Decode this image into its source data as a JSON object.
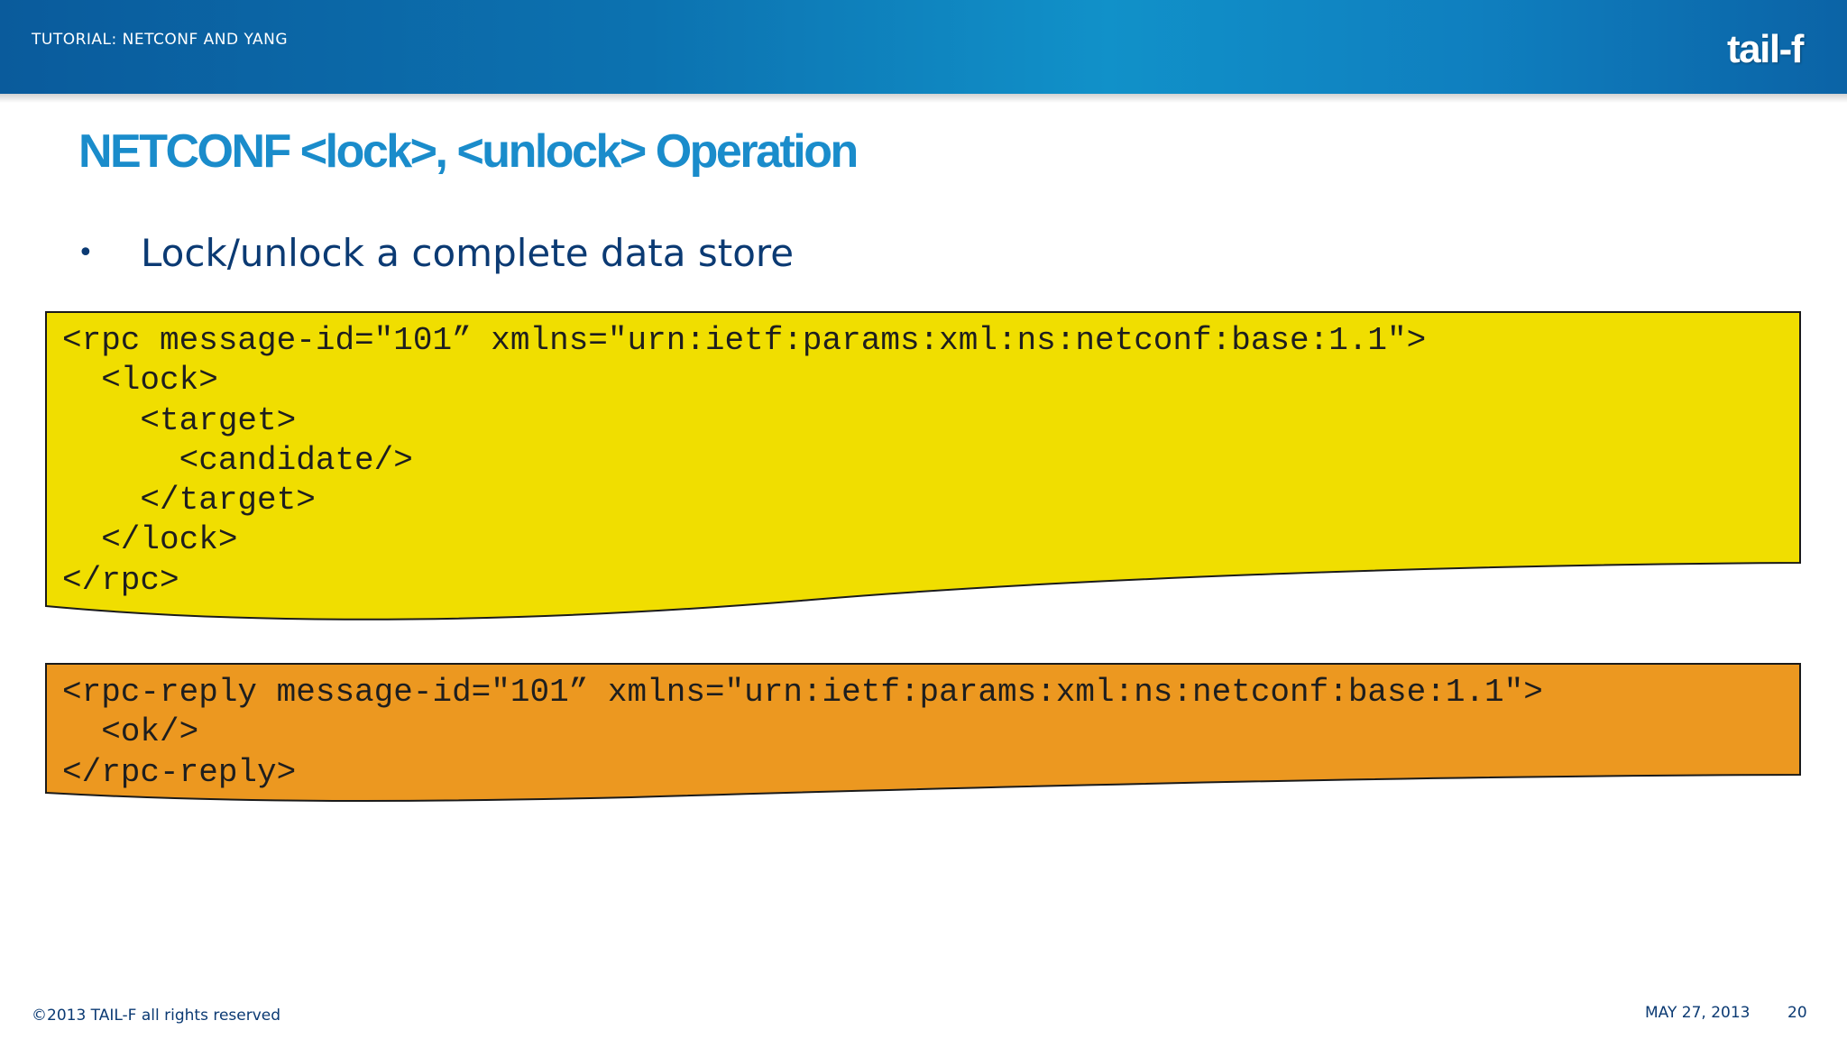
{
  "header": {
    "tutorial_title": "TUTORIAL: NETCONF AND YANG",
    "logo_text": "tail-f"
  },
  "slide": {
    "title": "NETCONF <lock>, <unlock> Operation",
    "bullet_marker": "•",
    "bullet": "Lock/unlock a complete data store"
  },
  "rpc_request": {
    "lines": [
      "<rpc message-id=\"101” xmlns=\"urn:ietf:params:xml:ns:netconf:base:1.1\">",
      "  <lock>",
      "    <target>",
      "      <candidate/>",
      "    </target>",
      "  </lock>",
      "</rpc>"
    ]
  },
  "rpc_reply": {
    "lines": [
      "<rpc-reply message-id=\"101” xmlns=\"urn:ietf:params:xml:ns:netconf:base:1.1\">",
      "  <ok/>",
      "</rpc-reply>"
    ]
  },
  "footer": {
    "copyright": "©2013 TAIL-F all rights reserved",
    "date": "MAY 27, 2013",
    "page_number": "20"
  },
  "colors": {
    "header_blue": "#0c72b0",
    "title_blue": "#1a8ccb",
    "text_navy": "#0b3a73",
    "request_fill": "#f0de00",
    "reply_fill": "#ec9820"
  }
}
